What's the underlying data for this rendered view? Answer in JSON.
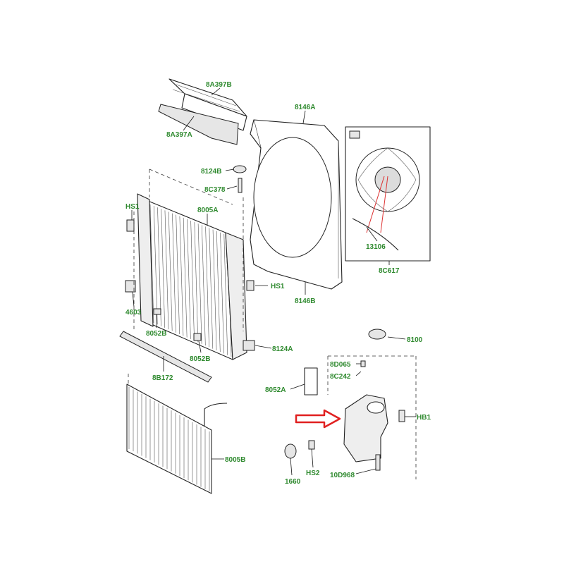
{
  "labels": {
    "p8A397B": "8A397B",
    "p8A397A": "8A397A",
    "p8146A": "8146A",
    "p8124B": "8124B",
    "p8C378": "8C378",
    "pHS1_left": "HS1",
    "p8005A": "8005A",
    "p13106": "13106",
    "p8C617": "8C617",
    "pHS1_right": "HS1",
    "p8146B": "8146B",
    "p4603": "4603",
    "p8052B_left": "8052B",
    "p8124A": "8124A",
    "p8052B_bottom": "8052B",
    "p8B172": "8B172",
    "p8100": "8100",
    "p8D065": "8D065",
    "p8C242": "8C242",
    "p8052A": "8052A",
    "pHB1": "HB1",
    "p8005B": "8005B",
    "pHS2": "HS2",
    "p1660": "1660",
    "p10D968": "10D968"
  },
  "colors": {
    "label_green": "#2f8a2f",
    "callout_arrow_red": "#e02020",
    "line_black": "#222222"
  },
  "icons": {
    "callout": "red-outline-arrow-icon"
  }
}
